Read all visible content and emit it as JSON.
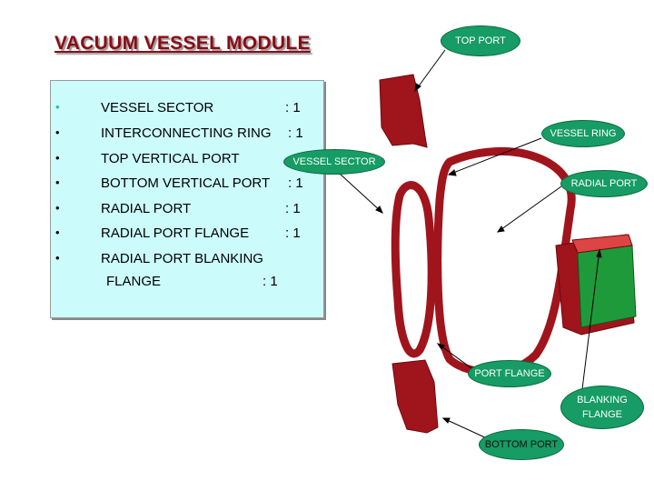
{
  "title": "VACUUM VESSEL MODULE",
  "components": [
    {
      "bullet": "•",
      "name": "VESSEL SECTOR",
      "count": ": 1"
    },
    {
      "bullet": "•",
      "name": "INTERCONNECTING RING",
      "count": ": 1"
    },
    {
      "bullet": "•",
      "name": "TOP VERTICAL PORT",
      "count": ""
    },
    {
      "bullet": "•",
      "name": "BOTTOM VERTICAL PORT",
      "count": ": 1"
    },
    {
      "bullet": "•",
      "name": "RADIAL PORT",
      "count": ": 1"
    },
    {
      "bullet": "•",
      "name": "RADIAL PORT FLANGE",
      "count": ": 1"
    },
    {
      "bullet": "•",
      "name": "RADIAL PORT BLANKING",
      "count": ""
    },
    {
      "bullet": "",
      "name": "FLANGE",
      "count": ": 1"
    }
  ],
  "callouts": {
    "top_port": "TOP PORT",
    "vessel_ring": "VESSEL RING",
    "vessel_sector": "VESSEL SECTOR",
    "radial_port": "RADIAL PORT",
    "port_flange": "PORT FLANGE",
    "blanking_flange": "BLANKING FLANGE",
    "bottom_port": "BOTTOM PORT"
  },
  "colors": {
    "title": "#8b0a14",
    "panel": "#ccfbfb",
    "vessel": "#a0141c",
    "flange": "#1e9a3a",
    "callout": "#169c64"
  }
}
